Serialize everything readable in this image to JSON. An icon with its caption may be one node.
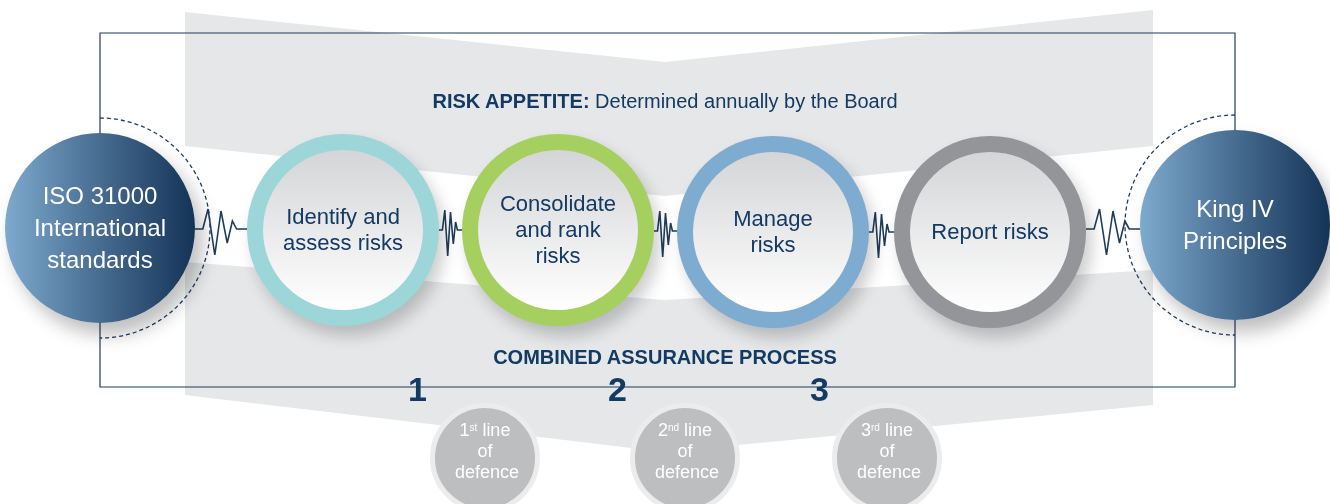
{
  "diagram": {
    "nodes": [
      {
        "text": [
          "ISO 31000 International standards"
        ]
      },
      {
        "text": [
          "Identify and assess risks"
        ]
      },
      {
        "text": [
          "Consolidate and rank risks"
        ]
      },
      {
        "text": [
          "Manage risks"
        ]
      },
      {
        "text": [
          "Report risks"
        ]
      },
      {
        "text": [
          "King IV Principles"
        ]
      },
      {
        "text": [
          "1$^{st}$ line of defence"
        ],
        "beside": [
          "1"
        ]
      },
      {
        "text": [
          "2$^{nd}$ line of defence"
        ],
        "beside": [
          "2"
        ]
      },
      {
        "text": [
          "3$^{rd}$ line of defence"
        ],
        "beside": [
          "3"
        ]
      }
    ],
    "edges": [
      {
        "from": 0,
        "to": 1,
        "arrow": "none"
      },
      {
        "from": 1,
        "to": 2,
        "arrow": "none"
      },
      {
        "from": 2,
        "to": 3,
        "arrow": "none"
      },
      {
        "from": 3,
        "to": 4,
        "arrow": "none"
      },
      {
        "from": 4,
        "to": 5,
        "arrow": "none"
      },
      {
        "from": 0,
        "to": 5,
        "arrow": "none"
      },
      {
        "from": 0,
        "to": 5,
        "arrow": "none"
      }
    ],
    "labels": [
      "**RISK APPETITE:** Determined annually by the Board",
      "COMBINED ASSURANCE PROCESS"
    ]
  }
}
